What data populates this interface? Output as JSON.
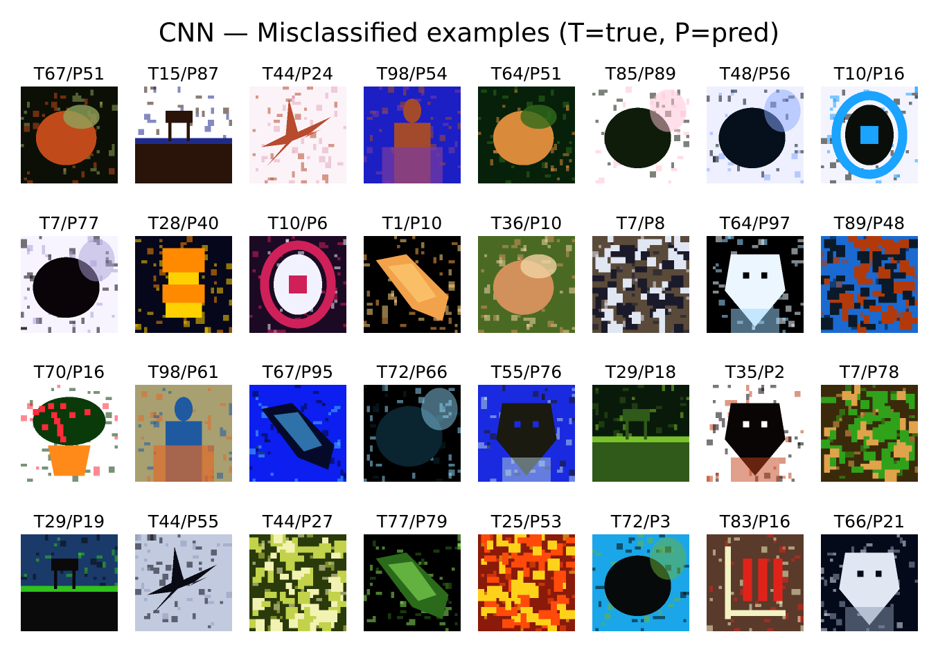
{
  "title": "CNN — Misclassified examples (T=true, P=pred)",
  "grid": {
    "rows": 4,
    "columns": 8
  },
  "items": [
    {
      "label": "T67/P51",
      "bg": "#0b0f06",
      "fg": "#c14a1a",
      "accent": "#8ea35a",
      "motif": "round"
    },
    {
      "label": "T15/P87",
      "bg": "#ffffff",
      "fg": "#2a1308",
      "accent": "#1f2a8c",
      "motif": "horizon"
    },
    {
      "label": "T44/P24",
      "bg": "#fbf3f8",
      "fg": "#b84a2e",
      "accent": "#e6a7c0",
      "motif": "star"
    },
    {
      "label": "T98/P54",
      "bg": "#1b1fc4",
      "fg": "#a44a2c",
      "accent": "#7b3aa0",
      "motif": "figure"
    },
    {
      "label": "T64/P51",
      "bg": "#06200a",
      "fg": "#d98a3a",
      "accent": "#2f6a1a",
      "motif": "round"
    },
    {
      "label": "T85/P89",
      "bg": "#ffffff",
      "fg": "#101c0a",
      "accent": "#ffc2d6",
      "motif": "blob"
    },
    {
      "label": "T48/P56",
      "bg": "#eef0ff",
      "fg": "#05101c",
      "accent": "#8aa7ff",
      "motif": "blob"
    },
    {
      "label": "T10/P16",
      "bg": "#f4f4ff",
      "fg": "#0a0e0a",
      "accent": "#1aa3ff",
      "motif": "ring"
    },
    {
      "label": "T7/P77",
      "bg": "#f7f4ff",
      "fg": "#0a0408",
      "accent": "#aaa0d8",
      "motif": "blob"
    },
    {
      "label": "T28/P40",
      "bg": "#06071a",
      "fg": "#ff8a00",
      "accent": "#ffd000",
      "motif": "vase"
    },
    {
      "label": "T10/P6",
      "bg": "#1c0a24",
      "fg": "#f2f2ff",
      "accent": "#d0205a",
      "motif": "ring"
    },
    {
      "label": "T1/P10",
      "bg": "#000000",
      "fg": "#f2a24a",
      "accent": "#ffd27a",
      "motif": "diagonal"
    },
    {
      "label": "T36/P10",
      "bg": "#4a6a24",
      "fg": "#d2915a",
      "accent": "#f2d2a2",
      "motif": "round"
    },
    {
      "label": "T7/P8",
      "bg": "#5a4a3a",
      "fg": "#1a1a2a",
      "accent": "#e0e6f2",
      "motif": "noise"
    },
    {
      "label": "T64/P97",
      "bg": "#000000",
      "fg": "#ecf6ff",
      "accent": "#9bd8ff",
      "motif": "head"
    },
    {
      "label": "T89/P48",
      "bg": "#1a6ad2",
      "fg": "#b23a0a",
      "accent": "#0a1a2a",
      "motif": "noise"
    },
    {
      "label": "T70/P16",
      "bg": "#ffffff",
      "fg": "#0a3a0a",
      "accent": "#ff2a3a",
      "motif": "flowers"
    },
    {
      "label": "T98/P61",
      "bg": "#a8a070",
      "fg": "#1f5aa0",
      "accent": "#e06a2a",
      "motif": "figure"
    },
    {
      "label": "T67/P95",
      "bg": "#0c1ef0",
      "fg": "#050a2a",
      "accent": "#4ab8ff",
      "motif": "diagonal"
    },
    {
      "label": "T72/P66",
      "bg": "#000000",
      "fg": "#0a2430",
      "accent": "#8ad2f2",
      "motif": "blob"
    },
    {
      "label": "T55/P76",
      "bg": "#1a2ae0",
      "fg": "#1a1a10",
      "accent": "#b2cfe0",
      "motif": "head"
    },
    {
      "label": "T29/P18",
      "bg": "#0a1a0a",
      "fg": "#2f5a1a",
      "accent": "#7ac22a",
      "motif": "horizon"
    },
    {
      "label": "T35/P2",
      "bg": "#ffffff",
      "fg": "#0a0505",
      "accent": "#c2421a",
      "motif": "head"
    },
    {
      "label": "T7/P78",
      "bg": "#3a2a0a",
      "fg": "#e0a24a",
      "accent": "#2fa21a",
      "motif": "noise"
    },
    {
      "label": "T29/P19",
      "bg": "#1a3a6a",
      "fg": "#0a0a0a",
      "accent": "#2fc21a",
      "motif": "horizon"
    },
    {
      "label": "T44/P55",
      "bg": "#c2cae0",
      "fg": "#0a0a14",
      "accent": "#8f9ab8",
      "motif": "star"
    },
    {
      "label": "T44/P27",
      "bg": "#2a3a0a",
      "fg": "#c2d24a",
      "accent": "#f2f2b2",
      "motif": "noise"
    },
    {
      "label": "T77/P79",
      "bg": "#000000",
      "fg": "#2a6a1a",
      "accent": "#8ae25a",
      "motif": "diagonal"
    },
    {
      "label": "T25/P53",
      "bg": "#8a1a0a",
      "fg": "#ff4a0a",
      "accent": "#ffd21a",
      "motif": "noise"
    },
    {
      "label": "T72/P3",
      "bg": "#1aa6e8",
      "fg": "#060a0a",
      "accent": "#6ab23a",
      "motif": "blob"
    },
    {
      "label": "T83/P16",
      "bg": "#5a3a2a",
      "fg": "#e0231a",
      "accent": "#f2f2c2",
      "motif": "bars"
    },
    {
      "label": "T66/P21",
      "bg": "#050a1a",
      "fg": "#e0e6f2",
      "accent": "#8a9ab2",
      "motif": "head"
    }
  ]
}
